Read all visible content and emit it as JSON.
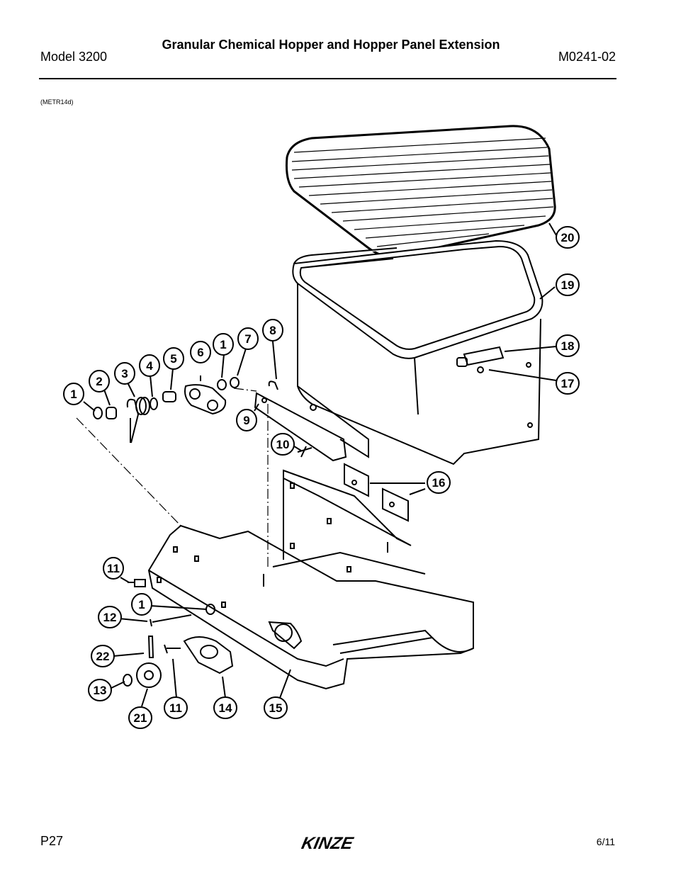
{
  "header": {
    "title": "Granular Chemical Hopper and Hopper Panel Extension",
    "model": "Model 3200",
    "doc_code": "M0241-02"
  },
  "figure": {
    "reference": "(METR14d)",
    "callouts": [
      "1",
      "2",
      "3",
      "4",
      "5",
      "6",
      "1",
      "7",
      "8",
      "9",
      "10",
      "11",
      "12",
      "1",
      "22",
      "13",
      "21",
      "11",
      "14",
      "15",
      "16",
      "17",
      "18",
      "19",
      "20"
    ]
  },
  "footer": {
    "page": "P27",
    "logo_text": "KINZE",
    "date": "6/11"
  }
}
